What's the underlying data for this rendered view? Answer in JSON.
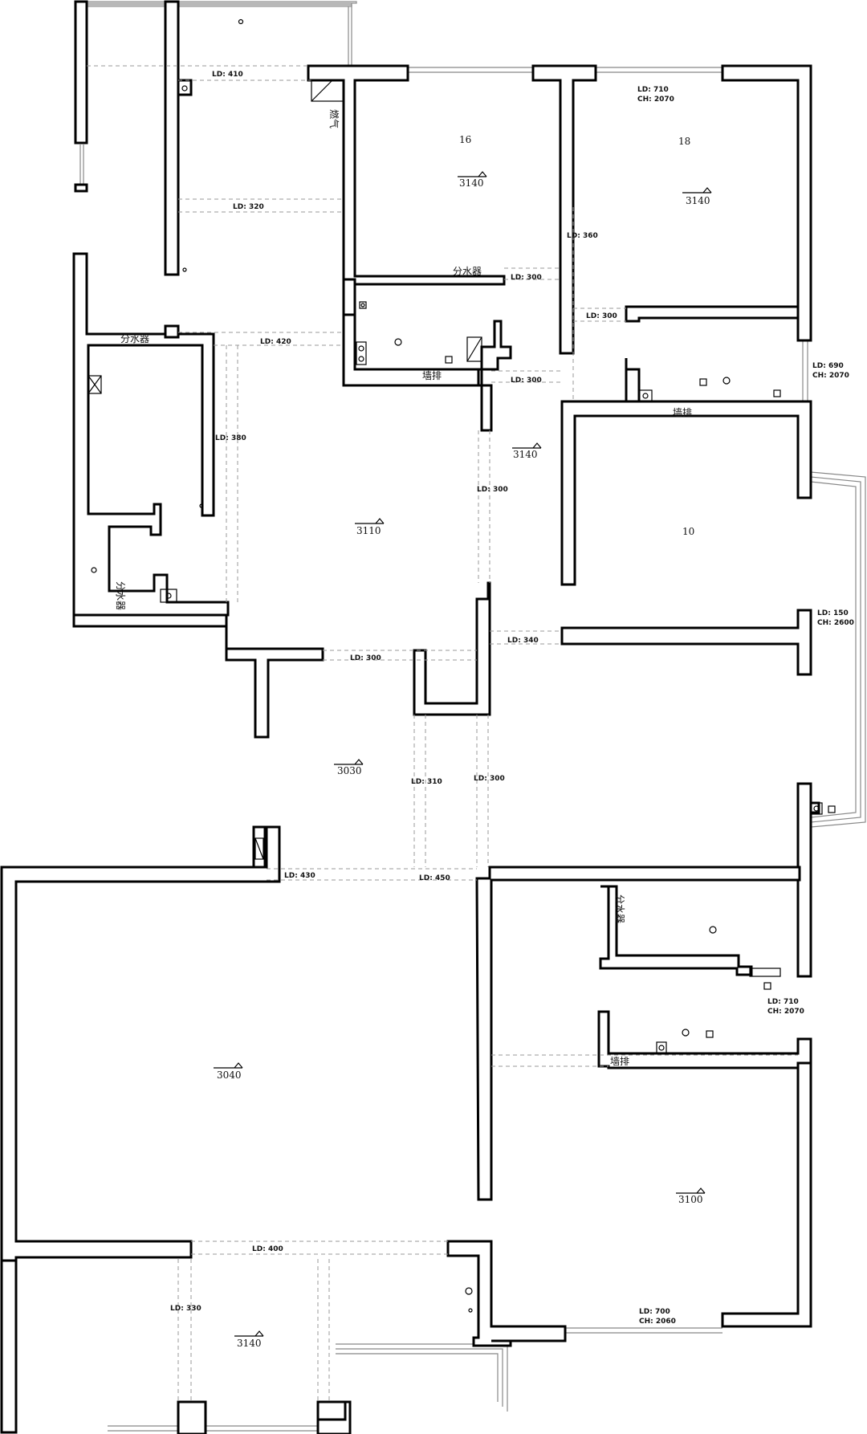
{
  "rooms": [
    {
      "id": "r16",
      "label": "16"
    },
    {
      "id": "r18",
      "label": "18"
    },
    {
      "id": "r10",
      "label": "10"
    }
  ],
  "elevations": [
    {
      "id": "e1",
      "value": "3140"
    },
    {
      "id": "e2",
      "value": "3140"
    },
    {
      "id": "e3",
      "value": "3140"
    },
    {
      "id": "e4",
      "value": "3110"
    },
    {
      "id": "e5",
      "value": "3030"
    },
    {
      "id": "e6",
      "value": "3040"
    },
    {
      "id": "e7",
      "value": "3100"
    },
    {
      "id": "e8",
      "value": "3140"
    }
  ],
  "ld_labels": [
    {
      "id": "l1",
      "text": "LD: 410"
    },
    {
      "id": "l2",
      "text": "LD: 320"
    },
    {
      "id": "l3",
      "text": "LD: 420"
    },
    {
      "id": "l4",
      "text": "LD: 380"
    },
    {
      "id": "l5",
      "text": "LD: 710"
    },
    {
      "id": "l6",
      "text": "CH: 2070"
    },
    {
      "id": "l7",
      "text": "LD: 360"
    },
    {
      "id": "l8",
      "text": "LD: 300"
    },
    {
      "id": "l9",
      "text": "LD: 300"
    },
    {
      "id": "l10",
      "text": "LD: 300"
    },
    {
      "id": "l11",
      "text": "LD: 690"
    },
    {
      "id": "l12",
      "text": "CH: 2070"
    },
    {
      "id": "l13",
      "text": "LD: 300"
    },
    {
      "id": "l14",
      "text": "LD: 150"
    },
    {
      "id": "l15",
      "text": "CH: 2600"
    },
    {
      "id": "l16",
      "text": "LD: 340"
    },
    {
      "id": "l17",
      "text": "LD: 300"
    },
    {
      "id": "l18",
      "text": "LD: 310"
    },
    {
      "id": "l19",
      "text": "LD: 300"
    },
    {
      "id": "l20",
      "text": "LD: 430"
    },
    {
      "id": "l21",
      "text": "LD: 450"
    },
    {
      "id": "l22",
      "text": "LD: 710"
    },
    {
      "id": "l23",
      "text": "CH: 2070"
    },
    {
      "id": "l24",
      "text": "LD: 400"
    },
    {
      "id": "l25",
      "text": "LD: 330"
    },
    {
      "id": "l26",
      "text": "LD: 700"
    },
    {
      "id": "l27",
      "text": "CH: 2060"
    }
  ],
  "fixtures": [
    {
      "id": "f1",
      "text": "分水器"
    },
    {
      "id": "f2",
      "text": "分水器"
    },
    {
      "id": "f3",
      "text": "分水器"
    },
    {
      "id": "f4",
      "text": "分水器"
    },
    {
      "id": "f5",
      "text": "墙排"
    },
    {
      "id": "f6",
      "text": "墙排"
    },
    {
      "id": "f7",
      "text": "墙排"
    },
    {
      "id": "f8",
      "text": "燃气"
    }
  ]
}
